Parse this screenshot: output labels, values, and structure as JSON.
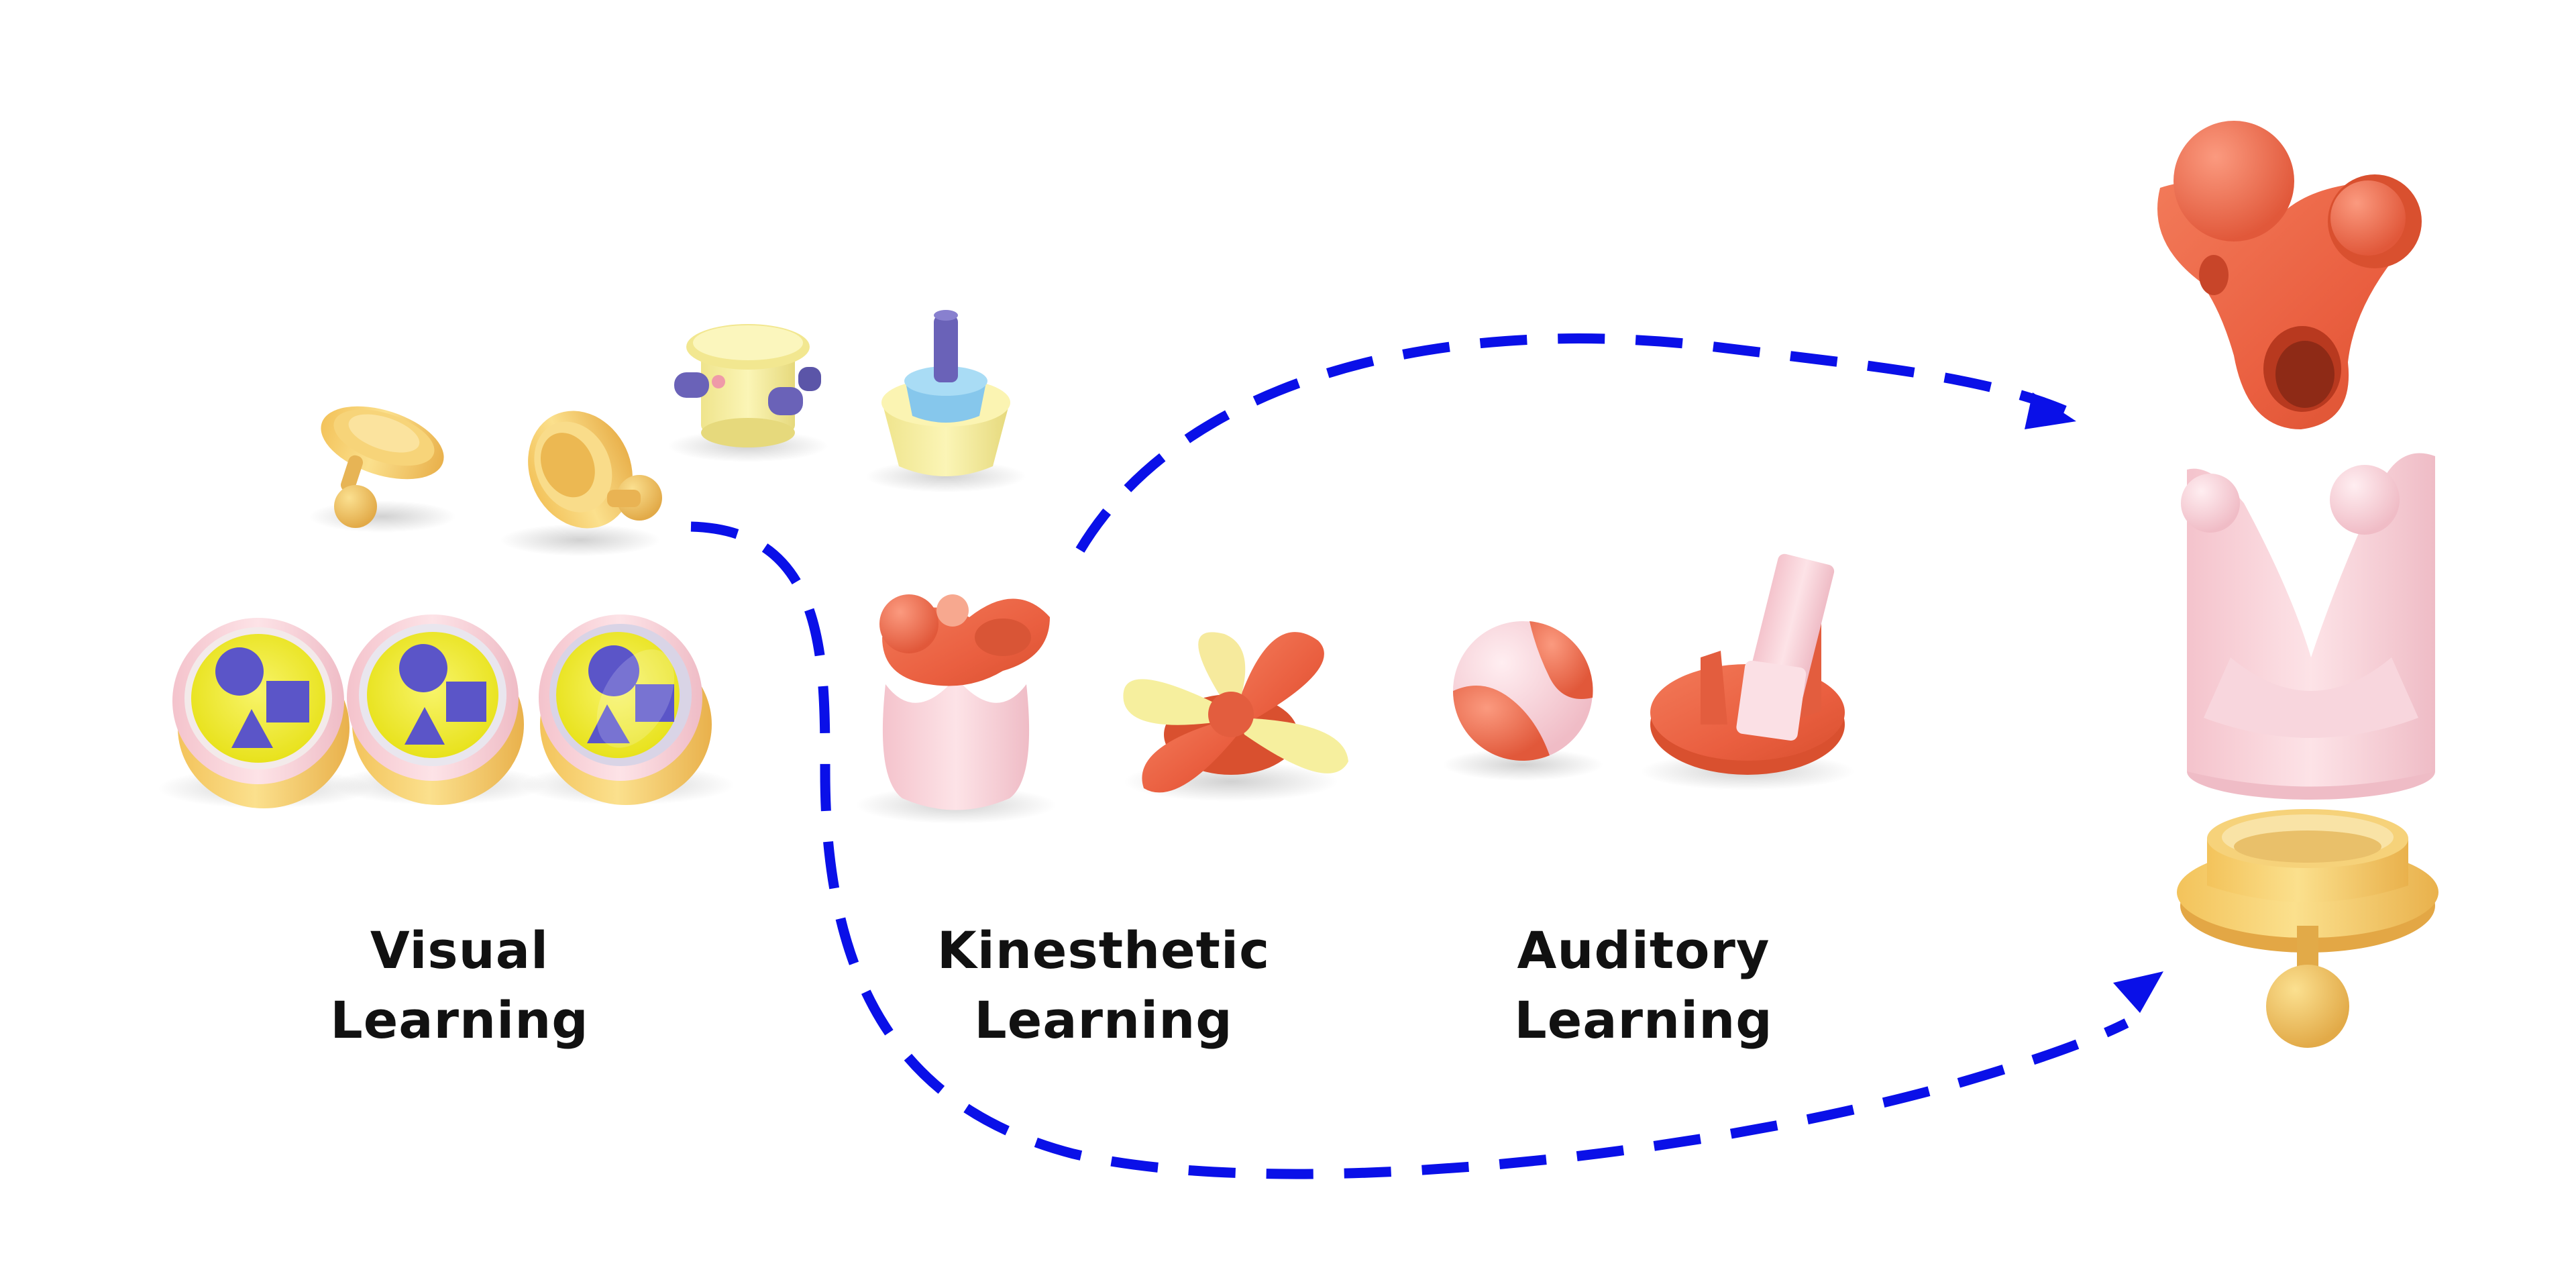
{
  "labels": {
    "visual": {
      "line1": "Visual",
      "line2": "Learning"
    },
    "kinesthetic": {
      "line1": "Kinesthetic",
      "line2": "Learning"
    },
    "auditory": {
      "line1": "Auditory",
      "line2": "Learning"
    }
  },
  "colors": {
    "arrow": "#0a10e8",
    "yellow": "#f5d878",
    "orange_yellow": "#f0c15a",
    "pastel_yellow": "#f6ef9e",
    "coral": "#ef6a4b",
    "pink": "#f7cfd6",
    "purple": "#6a62b8",
    "blue_cap": "#86c7ec",
    "shape_blue": "#5b55c8",
    "lens_yellow": "#f1ef2a"
  },
  "arrows": [
    {
      "name": "arrow-kinesthetic-to-top-module",
      "from": "kinesthetic-pieces",
      "to": "top-module"
    },
    {
      "name": "arrow-visual-to-base-module",
      "from": "visual-pieces",
      "to": "base-module"
    }
  ],
  "groups": {
    "visual_pieces": [
      "stem-base-disc",
      "threaded-cap",
      "pegged-cylinder",
      "blue-nozzle-cap",
      "shape-lens-button",
      "shape-lens-button",
      "shape-lens-button"
    ],
    "kinesthetic_pieces": [
      "ball-crown-piece",
      "propeller"
    ],
    "auditory_pieces": [
      "split-ball",
      "flap-base"
    ],
    "assembly": [
      "top-module",
      "middle-module",
      "base-module"
    ]
  }
}
